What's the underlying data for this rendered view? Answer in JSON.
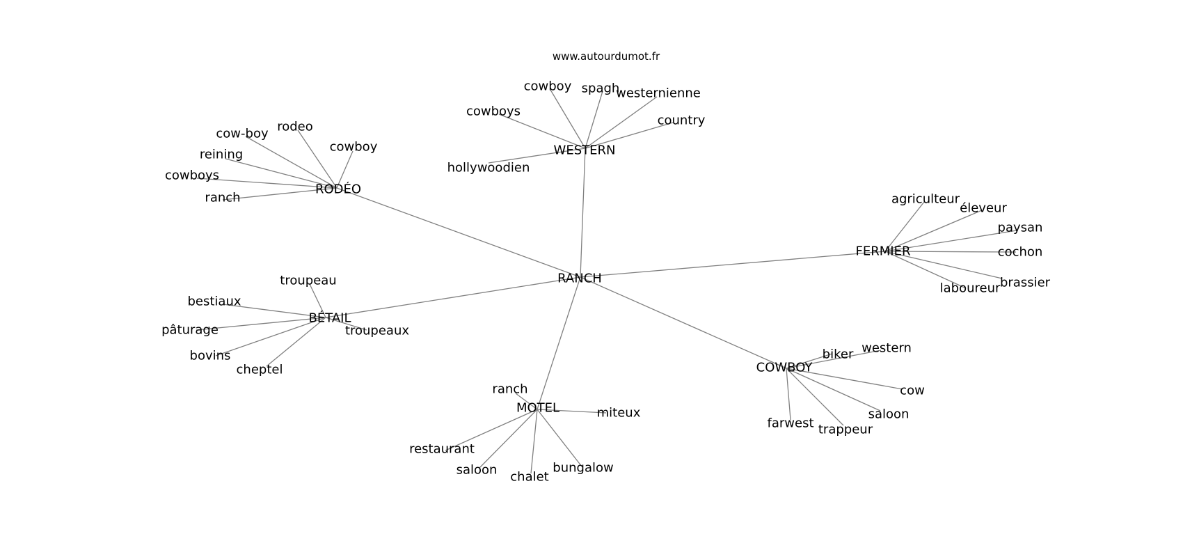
{
  "header": {
    "site": "www.autourdumot.fr"
  },
  "graph": {
    "center": "RANCH",
    "clusters": [
      {
        "id": "western",
        "label": "WESTERN",
        "words": [
          "cowboy",
          "spagh",
          "westernienne",
          "cowboys",
          "country",
          "hollywoodien"
        ]
      },
      {
        "id": "rodeo",
        "label": "RODÉO",
        "words": [
          "rodeo",
          "cow-boy",
          "cowboy",
          "reining",
          "cowboys",
          "ranch"
        ]
      },
      {
        "id": "fermier",
        "label": "FERMIER",
        "words": [
          "agriculteur",
          "éleveur",
          "paysan",
          "cochon",
          "brassier",
          "laboureur"
        ]
      },
      {
        "id": "betail",
        "label": "BÉTAIL",
        "words": [
          "troupeau",
          "bestiaux",
          "pâturage",
          "troupeaux",
          "bovins",
          "cheptel"
        ]
      },
      {
        "id": "cowboy",
        "label": "COWBOY",
        "words": [
          "western",
          "biker",
          "cow",
          "saloon",
          "farwest",
          "trappeur"
        ]
      },
      {
        "id": "motel",
        "label": "MOTEL",
        "words": [
          "ranch",
          "miteux",
          "restaurant",
          "saloon",
          "chalet",
          "bungalow"
        ]
      }
    ]
  }
}
